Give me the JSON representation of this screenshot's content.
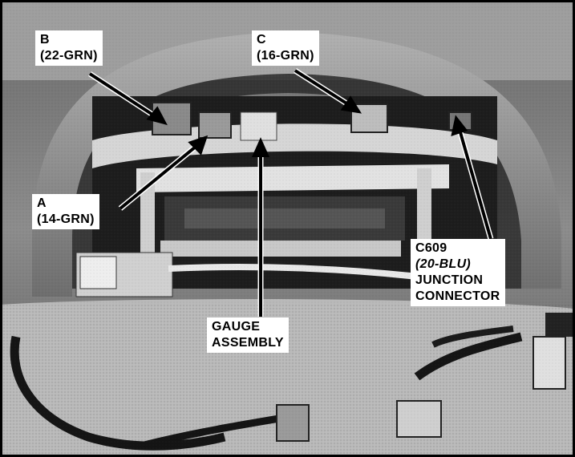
{
  "labels": {
    "b": {
      "line1": "B",
      "line2": "(22-GRN)"
    },
    "c": {
      "line1": "C",
      "line2": "(16-GRN)"
    },
    "a": {
      "line1": "A",
      "line2": "(14-GRN)"
    },
    "c609": {
      "line1": "C609",
      "line2": "(20-BLU)",
      "line3": "JUNCTION",
      "line4": "CONNECTOR"
    },
    "gauge": {
      "line1": "GAUGE",
      "line2": "ASSEMBLY"
    }
  },
  "colors": {
    "border": "#000000",
    "photo_dark": "#1a1a1a",
    "photo_mid": "#7a7a7a",
    "photo_light": "#d8d8d8",
    "label_bg": "#ffffff"
  }
}
